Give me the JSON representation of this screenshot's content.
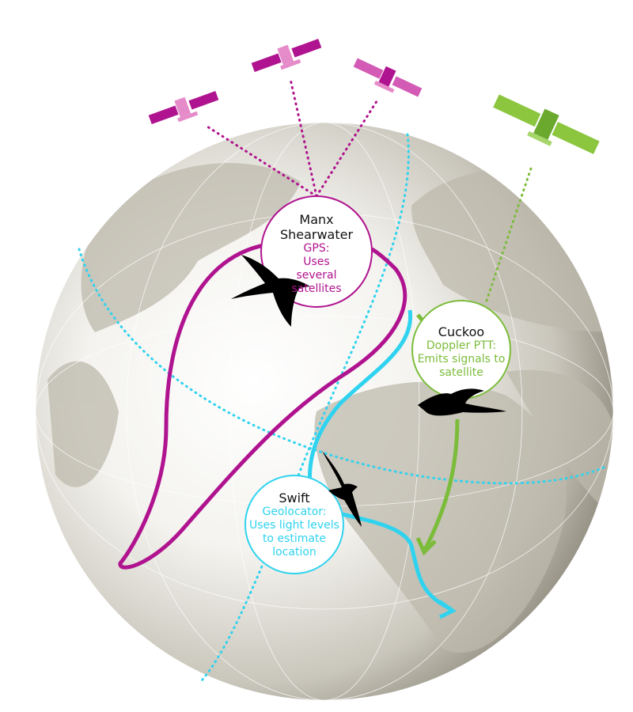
{
  "colors": {
    "gps": "#b0138f",
    "geolocator": "#2fd3ef",
    "doppler": "#7cbc3b",
    "land": "#b9b6a8"
  },
  "labels": {
    "shearwater": {
      "title": "Manx Shearwater",
      "method": "GPS:",
      "desc": "Uses several satellites"
    },
    "cuckoo": {
      "title": "Cuckoo",
      "method": "Doppler PTT:",
      "desc": "Emits signals to satellite"
    },
    "swift": {
      "title": "Swift",
      "method": "Geolocator:",
      "desc": "Uses light levels to estimate location"
    }
  }
}
